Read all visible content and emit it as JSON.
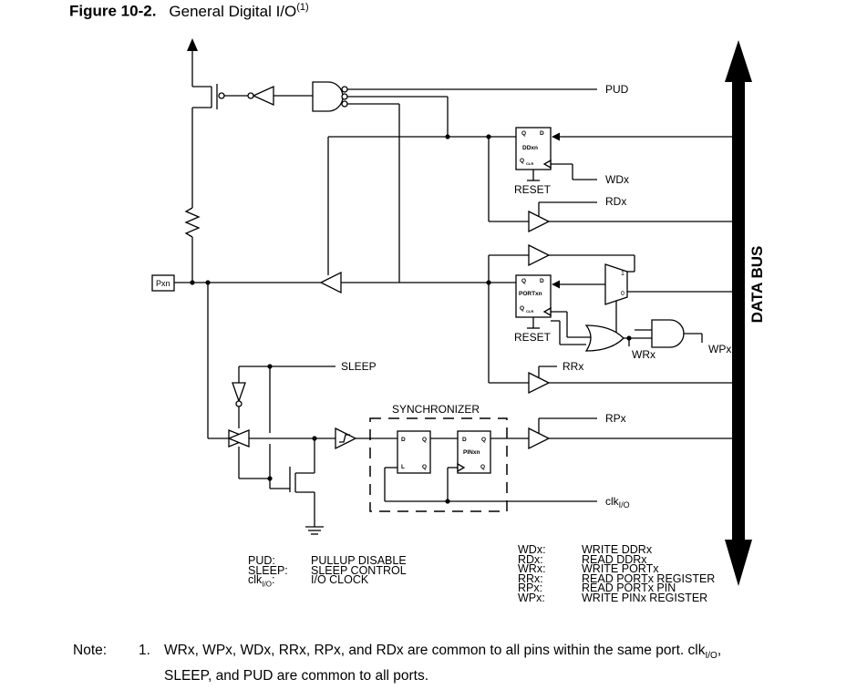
{
  "figure": {
    "number": "Figure 10-2.",
    "title": "General Digital I/O",
    "footnote_ref": "(1)"
  },
  "signals": {
    "pud": "PUD",
    "wdx": "WDx",
    "rdx": "RDx",
    "wrx": "WRx",
    "wpx": "WPx",
    "rrx": "RRx",
    "rpx": "RPx",
    "clk_base": "clk",
    "clk_sub": "I/O",
    "sleep": "SLEEP",
    "data_bus": "DATA BUS",
    "pxn": "Pxn",
    "reset_1": "RESET",
    "reset_2": "RESET",
    "synchronizer": "SYNCHRONIZER"
  },
  "blocks": {
    "ddxn": {
      "name": "DDxn",
      "q": "Q",
      "d": "D",
      "clr": "CLR",
      "qbar": "Q"
    },
    "portxn": {
      "name": "PORTxn",
      "q": "Q",
      "d": "D",
      "clr": "CLR",
      "qbar": "Q"
    },
    "latch": {
      "d": "D",
      "q": "Q",
      "l": "L",
      "qbar": "Q"
    },
    "pinxn": {
      "name": "PINxn",
      "d": "D",
      "q": "Q",
      "qbar": "Q"
    },
    "mux": {
      "in1": "1",
      "in0": "0"
    }
  },
  "legend_left": [
    {
      "abbr": "PUD:",
      "desc": "PULLUP DISABLE"
    },
    {
      "abbr": "SLEEP:",
      "desc": "SLEEP CONTROL"
    },
    {
      "abbr": "clk",
      "abbr_sub": "I/O",
      "abbr_suffix": ":",
      "desc": "I/O CLOCK"
    }
  ],
  "legend_right": [
    {
      "abbr": "WDx:",
      "desc": "WRITE DDRx"
    },
    {
      "abbr": "RDx:",
      "desc": "READ DDRx"
    },
    {
      "abbr": "WRx:",
      "desc": "WRITE PORTx"
    },
    {
      "abbr": "RRx:",
      "desc": "READ PORTx REGISTER"
    },
    {
      "abbr": "RPx:",
      "desc": "READ PORTx PIN"
    },
    {
      "abbr": "WPx:",
      "desc": "WRITE PINx REGISTER"
    }
  ],
  "note": {
    "label": "Note:",
    "number": "1.",
    "text_a": "WRx, WPx, WDx, RRx, RPx, and RDx are common to all pins within the same port. clk",
    "text_sub": "I/O",
    "text_b": ",",
    "text_c": "SLEEP, and PUD are common to all ports."
  }
}
